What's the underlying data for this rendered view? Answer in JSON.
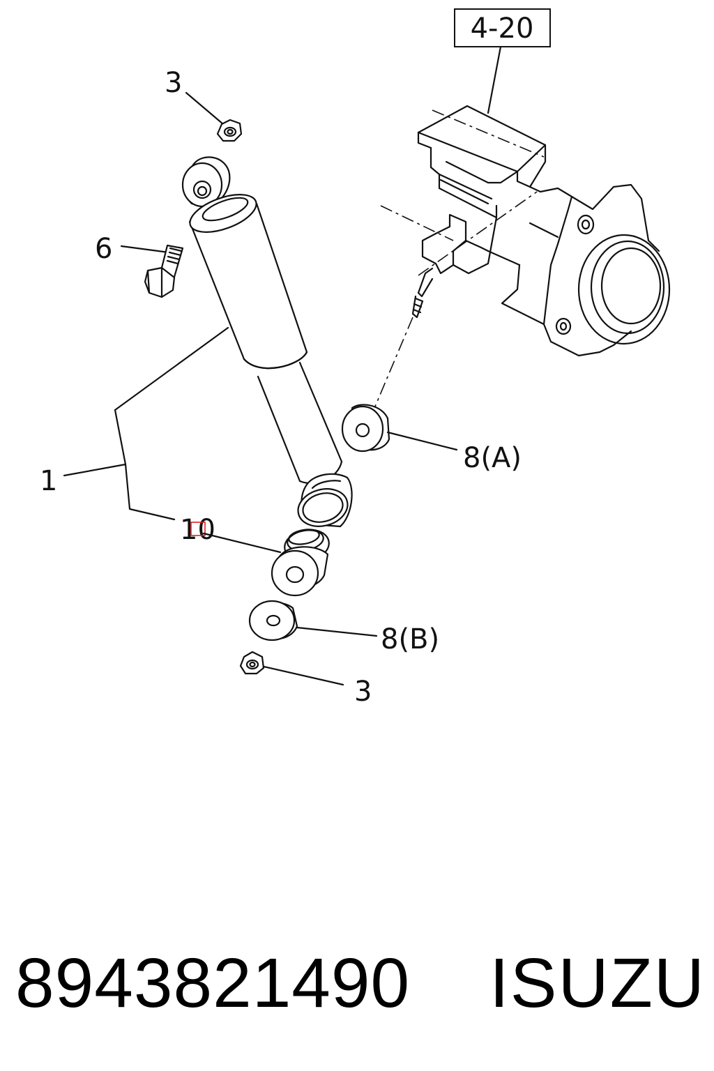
{
  "diagram": {
    "reference_box": "4-20",
    "callouts": {
      "nut_top": "3",
      "bolt": "6",
      "shock_absorber": "1",
      "bushing": "10",
      "washer_a": "8(A)",
      "washer_b": "8(B)",
      "nut_bottom": "3"
    }
  },
  "footer": {
    "part_number": "8943821490",
    "brand": "ISUZU"
  }
}
